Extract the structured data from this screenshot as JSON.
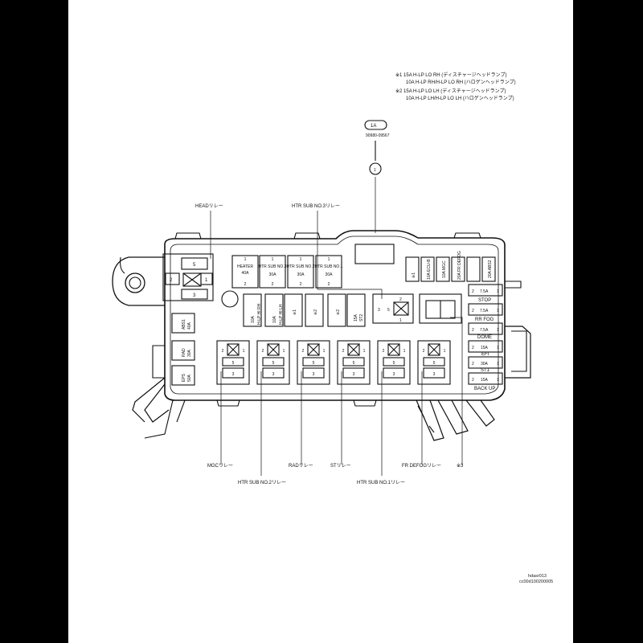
{
  "notes": [
    "※1 15A H-LP LO RH (ディスチャージヘッドランプ)",
    "10A H-LP RH/H-LP LO RH (ハロゲンヘッドランプ)",
    "※2 15A H-LP LO LH (ディスチャージヘッドランプ)",
    "10A H-LP LH/H-LP LO LH (ハロゲンヘッドランプ)"
  ],
  "connector": {
    "label": "1A",
    "part_no": "90980-09567",
    "pin": "1"
  },
  "labels": {
    "head_relay": "HEADリレー",
    "htr_sub3_relay": "HTR SUB NO.3リレー",
    "mgc_relay": "MGCリレー",
    "htr_sub2_relay": "HTR SUB NO.2リレー",
    "rad_relay": "RADリレー",
    "st_relay": "STリレー",
    "htr_sub1_relay": "HTR SUB NO.1リレー",
    "fr_defog_relay": "FR DEFOGリレー",
    "mark3": "※3"
  },
  "head_relay_pins": [
    "5",
    "2",
    "1",
    "3"
  ],
  "big_fuses": [
    {
      "top": "1",
      "name": "HEATER",
      "amp": "40A",
      "bottom": "2"
    },
    {
      "top": "1",
      "name": "HTR SUB NO.3",
      "amp": "30A",
      "bottom": "2"
    },
    {
      "top": "1",
      "name": "HTR SUB NO.2",
      "amp": "30A",
      "bottom": "2"
    },
    {
      "top": "1",
      "name": "HTR SUB NO.1",
      "amp": "30A",
      "bottom": "2"
    }
  ],
  "top_right_fuses": [
    "※1",
    "10A ECU-B",
    "10A MGC",
    "20A FR DEFOG",
    "20A ABS2"
  ],
  "mid_fuses": [
    {
      "amp": "10A",
      "name": "H-LP HI RH"
    },
    {
      "amp": "10A",
      "name": "H-LP HI LH"
    },
    {
      "amp": "",
      "name": "※1"
    },
    {
      "amp": "",
      "name": "※2"
    },
    {
      "amp": "",
      "name": "※2"
    },
    {
      "amp": "15A",
      "name": "ST2"
    }
  ],
  "small_relay_pins": [
    "2",
    "3",
    "5",
    "1"
  ],
  "left_fuses": [
    {
      "name": "ABS1",
      "amp": "40A"
    },
    {
      "name": "RAD",
      "amp": "30A"
    },
    {
      "name": "EPS",
      "amp": "50A"
    }
  ],
  "right_fuses": [
    {
      "pin_l": "2",
      "amp": "7.5A",
      "pin_r": "1",
      "name": "STOP"
    },
    {
      "pin_l": "2",
      "amp": "7.5A",
      "pin_r": "1",
      "name": "RR FOG"
    },
    {
      "pin_l": "2",
      "amp": "7.5A",
      "pin_r": "1",
      "name": "DOME"
    },
    {
      "pin_l": "2",
      "amp": "15A",
      "pin_r": "1",
      "name": "EFI"
    },
    {
      "pin_l": "2",
      "amp": "30A",
      "pin_r": "1",
      "name": "ST1"
    },
    {
      "pin_l": "2",
      "amp": "15A",
      "pin_r": "1",
      "name": "BACK UP"
    }
  ],
  "relay_pins": {
    "top_l": "2",
    "top_r": "1",
    "mid": "5",
    "bot": "3"
  },
  "footer": [
    "hdasr013",
    "cc00d100200005"
  ]
}
